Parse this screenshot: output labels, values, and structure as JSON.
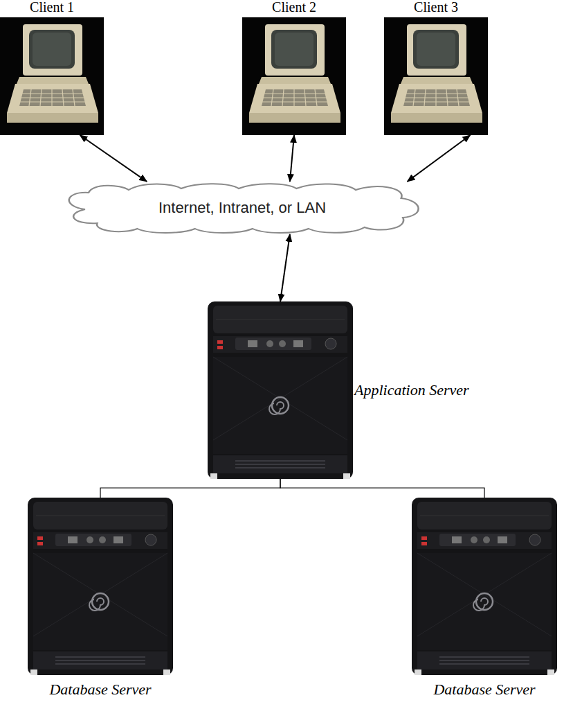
{
  "diagram": {
    "nodes": [
      {
        "text": [
          "Client 1"
        ]
      },
      {
        "text": [
          "Client 2"
        ]
      },
      {
        "text": [
          "Client 3"
        ]
      },
      {
        "text": [
          "Internet, Intranet, or LAN"
        ]
      },
      {
        "text": [
          "Application Server"
        ]
      },
      {
        "text": [
          "Database Server"
        ]
      },
      {
        "text": [
          "Database Server"
        ]
      }
    ],
    "edges": [
      {
        "from": 0,
        "to": 3,
        "arrow": "both"
      },
      {
        "from": 1,
        "to": 3,
        "arrow": "both"
      },
      {
        "from": 2,
        "to": 3,
        "arrow": "both"
      },
      {
        "from": 3,
        "to": 4,
        "arrow": "both"
      },
      {
        "from": 4,
        "to": 5,
        "arrow": "none"
      },
      {
        "from": 4,
        "to": 6,
        "arrow": "none"
      }
    ]
  }
}
